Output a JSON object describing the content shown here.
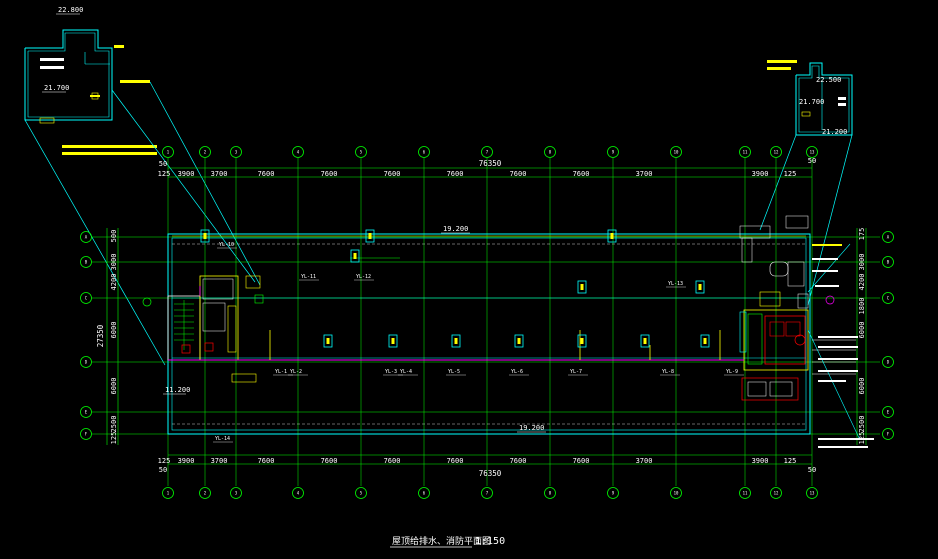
{
  "title": {
    "main": "屋顶给排水、消防平面图",
    "scale": "1:150"
  },
  "totals": {
    "top": "76350",
    "bottom": "76350",
    "left": "27350"
  },
  "top_dims": [
    "125",
    "3900",
    "3700",
    "7600",
    "7600",
    "7600",
    "7600",
    "7600",
    "7600",
    "3700",
    "3900",
    "125"
  ],
  "bottom_dims": [
    "125",
    "3900",
    "3700",
    "7600",
    "7600",
    "7600",
    "7600",
    "7600",
    "7600",
    "3700",
    "3900",
    "125"
  ],
  "left_dims": [
    "500",
    "3000",
    "4200",
    "6000",
    "6000",
    "2500",
    "125"
  ],
  "right_dims": [
    "175",
    "3000",
    "4200",
    "1800",
    "6000",
    "6000",
    "2500",
    "125"
  ],
  "edge_dims": {
    "top_left": "50",
    "top_right": "50",
    "bottom_left": "50",
    "bottom_right": "50"
  },
  "levels": {
    "roof_top": "19.200",
    "roof_bottom": "19.200",
    "left_room": "11.200",
    "inset_left_top": "22.800",
    "inset_left_mid": "21.700",
    "inset_right_top": "22.500",
    "inset_right_mid": "21.700",
    "inset_right_bottom": "21.200"
  },
  "axes_top": [
    "1",
    "2",
    "3",
    "4",
    "5",
    "6",
    "7",
    "8",
    "9",
    "10",
    "11",
    "12",
    "13"
  ],
  "axes_side": [
    "A",
    "B",
    "C",
    "D",
    "E",
    "F"
  ],
  "pipe_labels": [
    "YL-1",
    "YL-2",
    "YL-3",
    "YL-4",
    "YL-5",
    "YL-6",
    "YL-7",
    "YL-8",
    "YL-9",
    "YL-10",
    "YL-11",
    "YL-12",
    "YL-13",
    "YL-14"
  ],
  "colors": {
    "grid": "#00ff00",
    "wall": "#00ffff",
    "pipe": "#ffff00",
    "fire": "#ff0000",
    "text": "#ffffff",
    "accent": "#ff00ff"
  }
}
